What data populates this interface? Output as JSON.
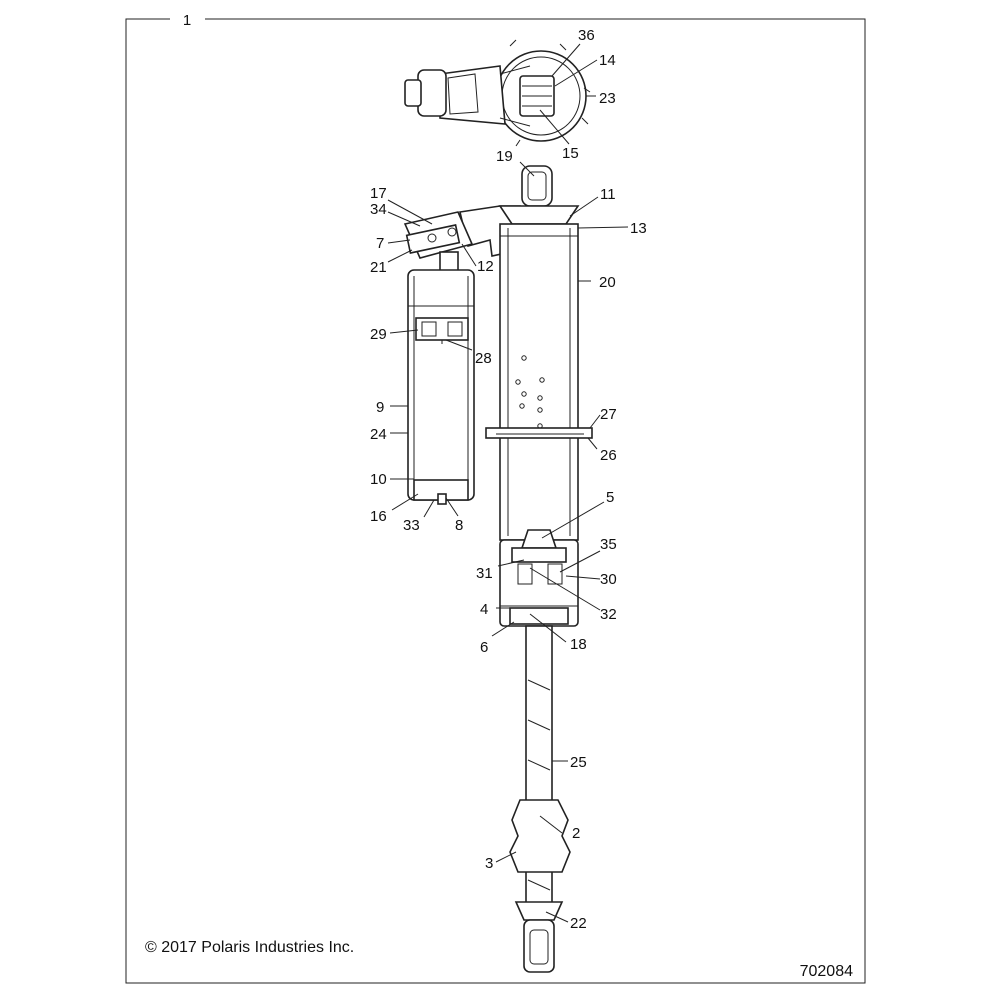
{
  "diagram": {
    "assembly_number": "1",
    "copyright": "© 2017 Polaris Industries Inc.",
    "figure_id": "702084",
    "callouts": {
      "c2": "2",
      "c3": "3",
      "c4": "4",
      "c5": "5",
      "c6": "6",
      "c7": "7",
      "c8": "8",
      "c9": "9",
      "c10": "10",
      "c11": "11",
      "c12": "12",
      "c13": "13",
      "c14": "14",
      "c15": "15",
      "c16": "16",
      "c17": "17",
      "c18": "18",
      "c19": "19",
      "c20": "20",
      "c21": "21",
      "c22": "22",
      "c23": "23",
      "c24": "24",
      "c25": "25",
      "c26": "26",
      "c27": "27",
      "c28": "28",
      "c29": "29",
      "c30": "30",
      "c31": "31",
      "c32": "32",
      "c33": "33",
      "c34": "34",
      "c35": "35",
      "c36": "36"
    }
  }
}
